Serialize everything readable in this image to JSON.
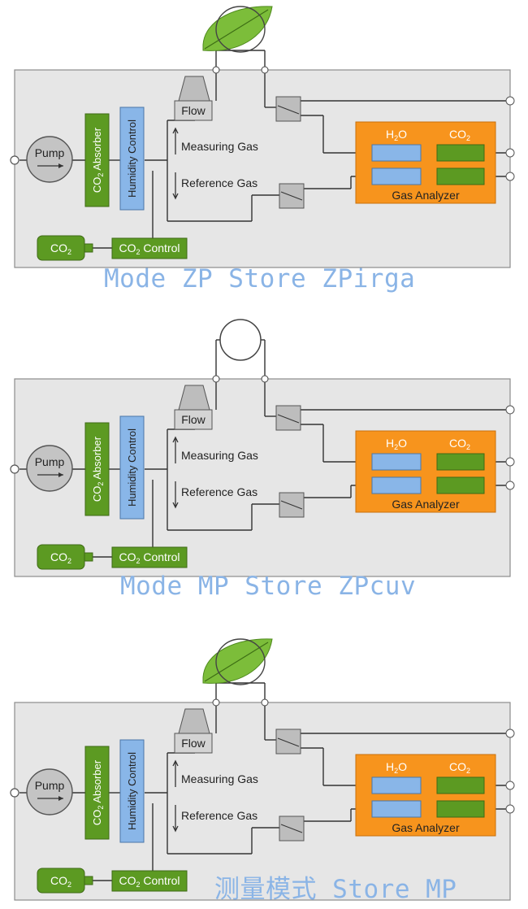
{
  "diagram": {
    "pump": "Pump",
    "co2_absorber": {
      "main": "CO",
      "sub": "2",
      "rest": " Absorber"
    },
    "humidity_control": "Humidity Control",
    "flow": "Flow",
    "measuring_gas": "Measuring Gas",
    "reference_gas": "Reference Gas",
    "h2o": {
      "main": "H",
      "sub": "2",
      "rest": "O"
    },
    "co2": {
      "main": "CO",
      "sub": "2"
    },
    "gas_analyzer": "Gas Analyzer",
    "co2_tank": {
      "main": "CO",
      "sub": "2"
    },
    "co2_control": {
      "main": "CO",
      "sub": "2",
      "rest": " Control"
    }
  },
  "panels": [
    {
      "id": "zp-store-zpirga",
      "chamber": "leaf",
      "caption": "Mode ZP Store ZPirga"
    },
    {
      "id": "mp-store-zpcuv",
      "chamber": "empty-circle",
      "caption": "Mode MP Store ZPcuv"
    },
    {
      "id": "store-mp",
      "chamber": "leaf",
      "caption": "测量模式 Store MP"
    }
  ],
  "colors": {
    "background_box": "#e6e6e6",
    "green_block": "#5c9a22",
    "blue_block": "#89b6e8",
    "analyzer_orange": "#f7941d",
    "caption": "#8ab4e6",
    "leaf": "#7cbd3a"
  }
}
